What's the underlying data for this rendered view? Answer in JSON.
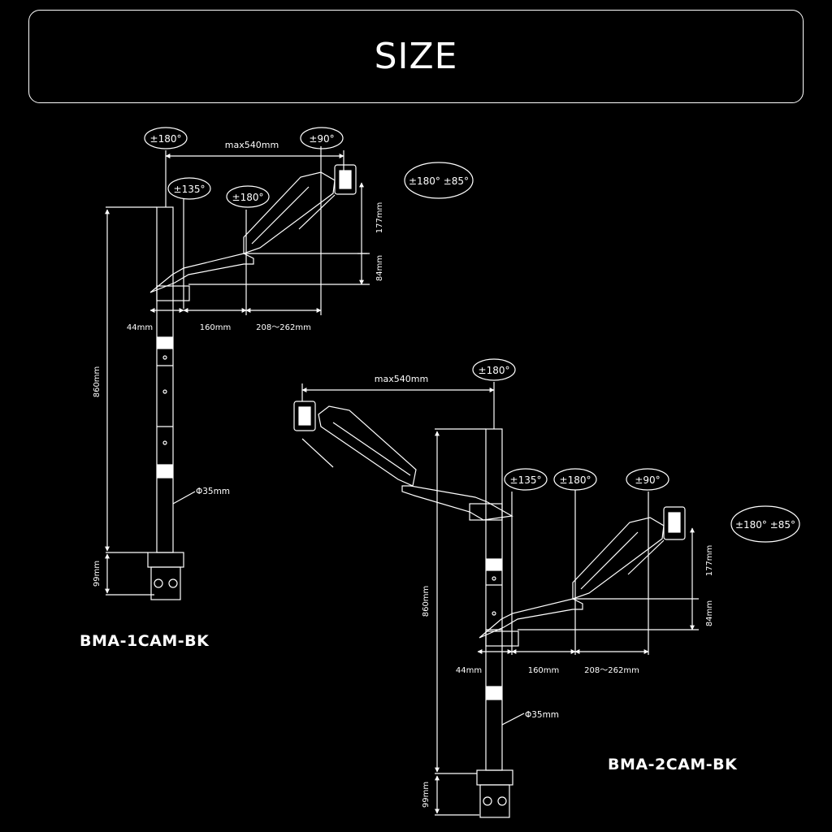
{
  "title": "SIZE",
  "models": [
    {
      "name": "BMA-1CAM-BK",
      "labels": {
        "base_rotation": "±180°",
        "head_rotation": "±90°",
        "max_reach": "max540mm",
        "joint1": "±135°",
        "joint2": "±180°",
        "vesa_tilt": "±180°  ±85°",
        "arm_height": "177mm",
        "arm_height_low": "84mm",
        "pole_offset": "44mm",
        "lower_arm": "160mm",
        "upper_arm": "208～262mm",
        "pole_height": "860mm",
        "clamp_height": "99mm",
        "pole_diameter": "Φ35mm"
      }
    },
    {
      "name": "BMA-2CAM-BK",
      "labels": {
        "base_rotation": "±180°",
        "max_reach": "max540mm",
        "joint1": "±135°",
        "joint2": "±180°",
        "head_rotation": "±90°",
        "vesa_tilt": "±180°  ±85°",
        "arm_height": "177mm",
        "arm_height_low": "84mm",
        "pole_offset": "44mm",
        "lower_arm": "160mm",
        "upper_arm": "208～262mm",
        "pole_height": "860mm",
        "clamp_height": "99mm",
        "pole_diameter": "Φ35mm"
      }
    }
  ]
}
